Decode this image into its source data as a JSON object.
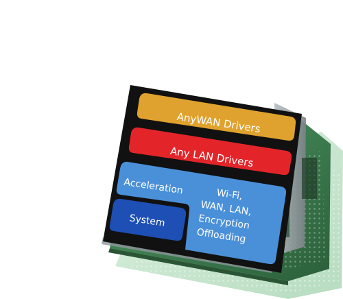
{
  "diagram": {
    "layers": {
      "anywan": {
        "label": "AnyWAN Drivers",
        "color": "#e0a22e"
      },
      "anylan": {
        "label": "Any LAN Drivers",
        "color": "#e3252a"
      },
      "acceleration": {
        "label": "Acceleration",
        "color": "#4a90d9"
      },
      "offload": {
        "label_lines": [
          "Wi-Fi,",
          "WAN, LAN,",
          "Encryption",
          "Offloading"
        ],
        "color": "#4a90d9"
      },
      "system": {
        "label": "System",
        "color": "#1d4fb5"
      }
    },
    "frame_color": "#111111",
    "board_colors": {
      "pcb": "#3f8a54",
      "pcb_dark": "#2f6a40",
      "gray_slab": "#9aa0a6",
      "green_slab": "#bfe3c8"
    }
  }
}
